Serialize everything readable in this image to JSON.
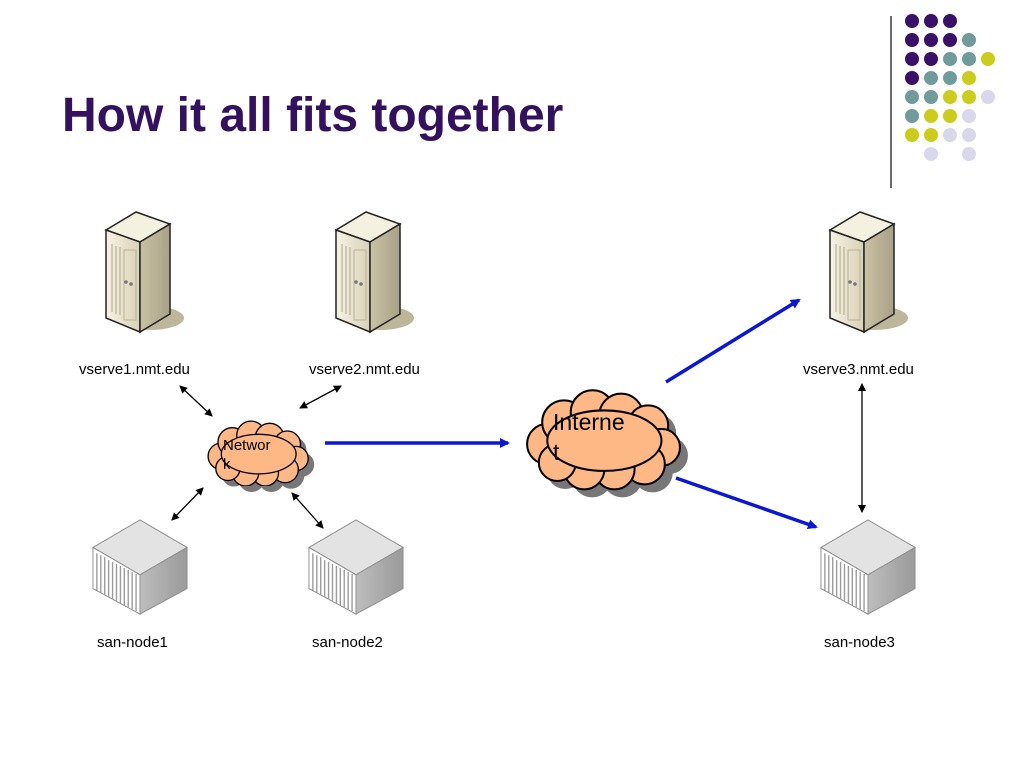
{
  "slide": {
    "title": "How it all fits together"
  },
  "colors": {
    "title": "#33115e",
    "arrow_blue": "#0a17d6",
    "cloud_fill": "#fdb885",
    "dot_purple": "#3a1068",
    "dot_teal": "#6f9b9b",
    "dot_yellow": "#cccc1a",
    "dot_lavender": "#d8d8ea"
  },
  "decoration": {
    "dot_grid_rows": [
      [
        "purple",
        "purple",
        "purple",
        null,
        null
      ],
      [
        "purple",
        "purple",
        "purple",
        "teal",
        null
      ],
      [
        "purple",
        "purple",
        "teal",
        "teal",
        "yellow"
      ],
      [
        "purple",
        "teal",
        "teal",
        "yellow",
        null
      ],
      [
        "teal",
        "teal",
        "yellow",
        "yellow",
        "lavender"
      ],
      [
        "teal",
        "yellow",
        "yellow",
        "lavender",
        null
      ],
      [
        "yellow",
        "yellow",
        "lavender",
        "lavender",
        null
      ],
      [
        null,
        "lavender",
        null,
        "lavender",
        null
      ]
    ]
  },
  "diagram": {
    "servers": [
      {
        "label": "vserve1.nmt.edu"
      },
      {
        "label": "vserve2.nmt.edu"
      },
      {
        "label": "vserve3.nmt.edu"
      }
    ],
    "storage_nodes": [
      {
        "label": "san-node1"
      },
      {
        "label": "san-node2"
      },
      {
        "label": "san-node3"
      }
    ],
    "network_cloud": {
      "line1": "Networ",
      "line2": "k"
    },
    "internet_cloud": {
      "line1": "Interne",
      "line2": "t"
    }
  }
}
